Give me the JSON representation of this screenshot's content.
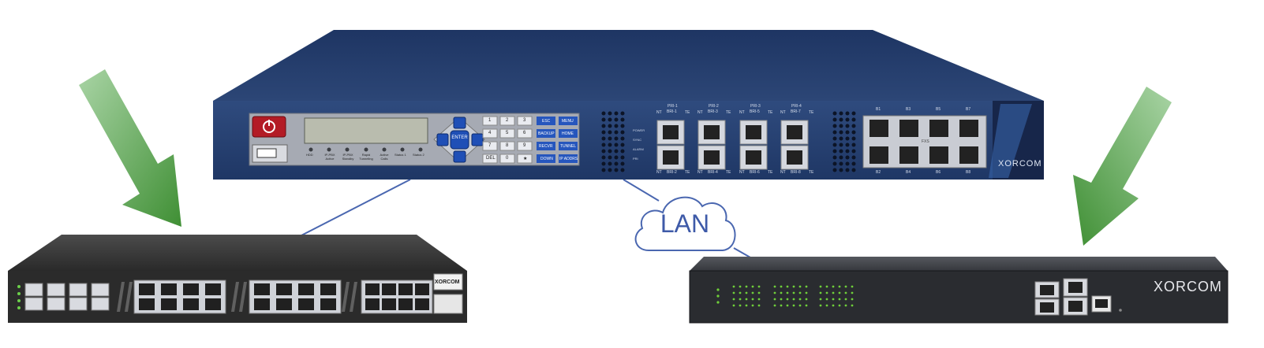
{
  "scene": {
    "cloud_label": "LAN"
  },
  "main_appliance": {
    "brand": "XORCOM",
    "keypad": [
      "1",
      "2",
      "3",
      "4",
      "5",
      "6",
      "7",
      "8",
      "9",
      "DEL",
      "0",
      "★"
    ],
    "function_keys": [
      "ESC",
      "MENU",
      "BACKUP",
      "HOME",
      "RECVR",
      "TUNNEL",
      "DOWN",
      "IP ADDRS"
    ],
    "nav_center": "ENTER",
    "leds": [
      "HDD",
      "IP-PBX Active",
      "IP-PBX Standby",
      "Rapid Tunneling",
      "Active Calls",
      "Status 1",
      "Status 2"
    ],
    "status_leds": [
      "POWER",
      "SYNC",
      "ALARM",
      "PRI"
    ],
    "pri_ports_top": [
      {
        "label": "PRI-1",
        "sub": "BRI-1"
      },
      {
        "label": "PRI-2",
        "sub": "BRI-3"
      },
      {
        "label": "PRI-3",
        "sub": "BRI-5"
      },
      {
        "label": "PRI-4",
        "sub": "BRI-7"
      }
    ],
    "pri_ports_bottom": [
      "BRI-2",
      "BRI-4",
      "BRI-6",
      "BRI-8"
    ],
    "nt": "NT",
    "te": "TE",
    "fxs_top": [
      "B1",
      "B3",
      "B5",
      "B7"
    ],
    "fxs_bottom": [
      "B2",
      "B4",
      "B6",
      "B8"
    ],
    "fxs_label": "FXS"
  },
  "left_device": {
    "brand": "XORCOM"
  },
  "right_device": {
    "brand": "XORCOM"
  },
  "colors": {
    "arrow_light": "#a9d4a5",
    "arrow_dark": "#3f8f34",
    "main_body": "#233c6d",
    "main_panel": "#2b4678",
    "left_body": "#2d2d2d",
    "right_body": "#2a2c30",
    "link_line": "#4a67b0"
  }
}
